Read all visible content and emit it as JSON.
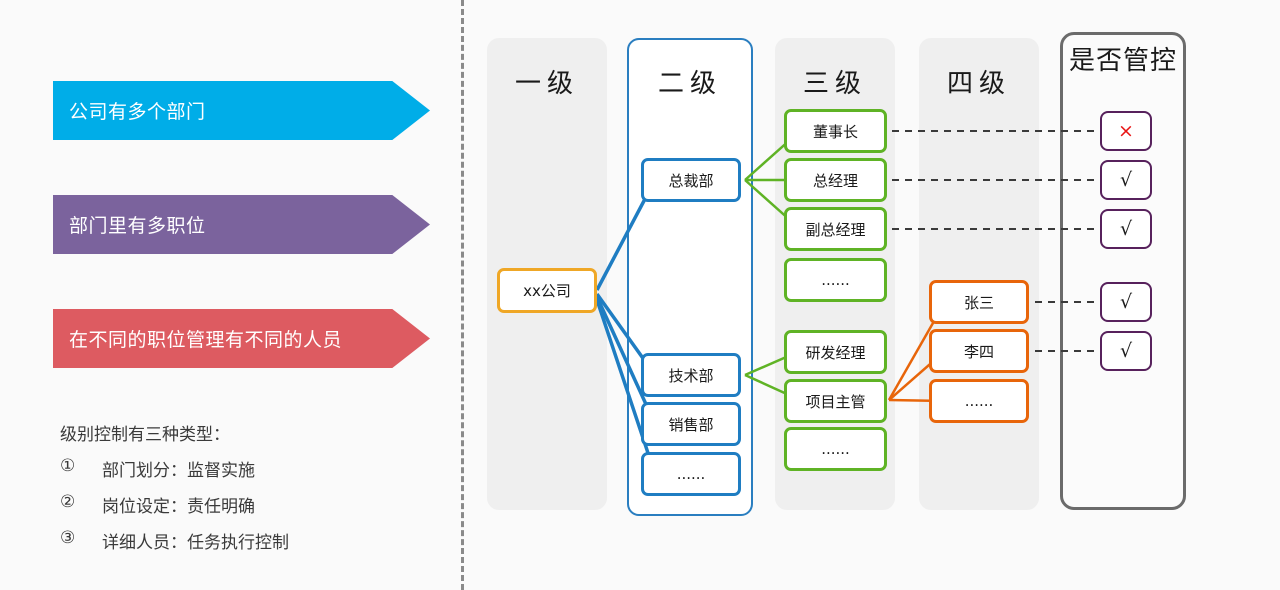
{
  "left_panel": {
    "banners": [
      {
        "text": "公司有多个部门",
        "color": "#00ade8"
      },
      {
        "text": "部门里有多职位",
        "color": "#7b639d"
      },
      {
        "text": "在不同的职位管理有不同的人员",
        "color": "#dd5b61"
      }
    ],
    "notes": {
      "lead": "级别控制有三种类型：",
      "items": [
        {
          "marker": "①",
          "text": "部门划分：监督实施"
        },
        {
          "marker": "②",
          "text": "岗位设定：责任明确"
        },
        {
          "marker": "③",
          "text": "详细人员：任务执行控制"
        }
      ]
    }
  },
  "diagram": {
    "columns": [
      {
        "title": "一级",
        "accent": "#efa726"
      },
      {
        "title": "二级",
        "accent": "#1f7dc2"
      },
      {
        "title": "三级",
        "accent": "#5fb325"
      },
      {
        "title": "四级",
        "accent": "#e8650a"
      },
      {
        "title": "是否管控",
        "accent": "#6b6b6b"
      }
    ],
    "level1": [
      {
        "label": "xx公司"
      }
    ],
    "level2": [
      {
        "label": "总裁部"
      },
      {
        "label": "技术部"
      },
      {
        "label": "销售部"
      },
      {
        "label": "......"
      }
    ],
    "level3": [
      {
        "label": "董事长"
      },
      {
        "label": "总经理"
      },
      {
        "label": "副总经理"
      },
      {
        "label": "......"
      },
      {
        "label": "研发经理"
      },
      {
        "label": "项目主管"
      },
      {
        "label": "......"
      }
    ],
    "level4": [
      {
        "label": "张三"
      },
      {
        "label": "李四"
      },
      {
        "label": "......"
      }
    ],
    "control": [
      {
        "mark": "×",
        "state": "no"
      },
      {
        "mark": "√",
        "state": "yes"
      },
      {
        "mark": "√",
        "state": "yes"
      },
      {
        "mark": "√",
        "state": "yes"
      },
      {
        "mark": "√",
        "state": "yes"
      }
    ]
  }
}
